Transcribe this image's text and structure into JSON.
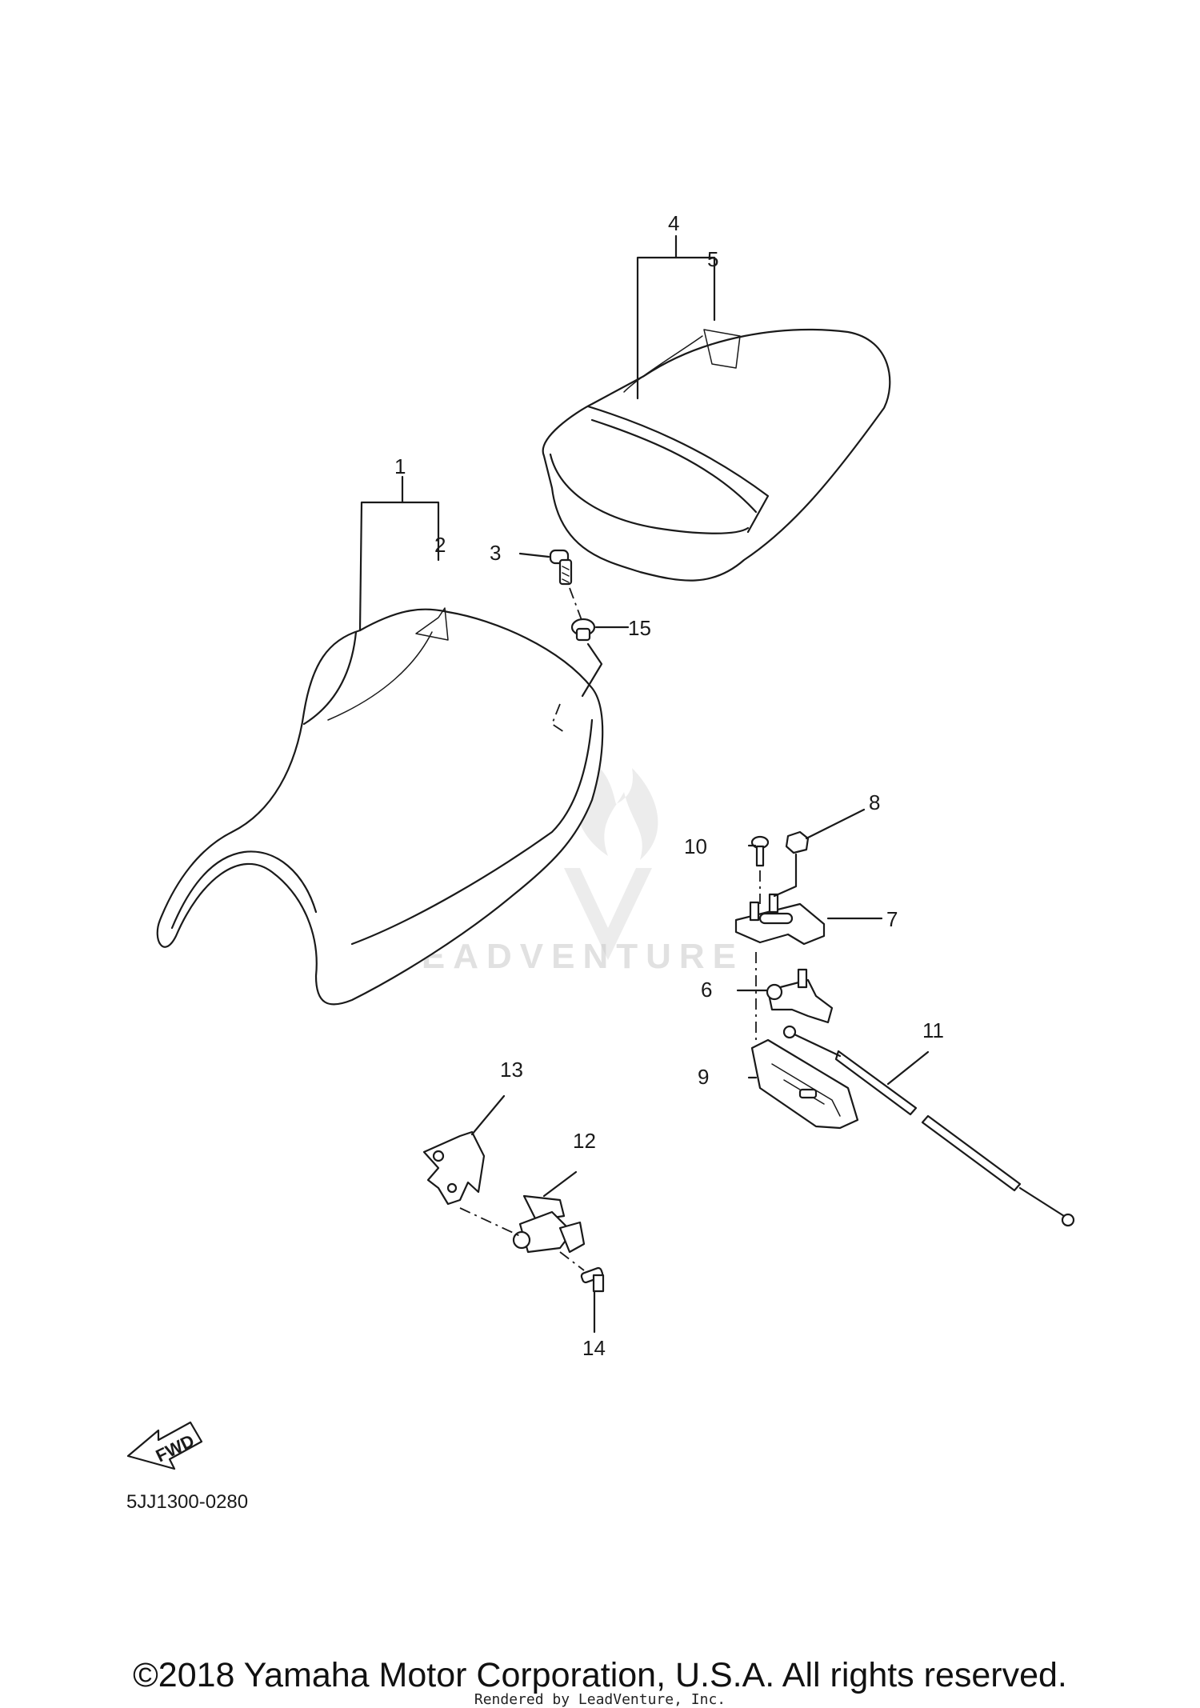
{
  "diagram": {
    "callouts": [
      "1",
      "2",
      "3",
      "4",
      "5",
      "6",
      "7",
      "8",
      "9",
      "10",
      "11",
      "12",
      "13",
      "14",
      "15"
    ],
    "watermark": "LEADVENTURE",
    "fwd_label": "FWD"
  },
  "footer": {
    "diagram_code": "5JJ1300-0280",
    "copyright": "©2018 Yamaha Motor Corporation, U.S.A. All rights reserved.",
    "rendered_by": "Rendered by LeadVenture, Inc."
  }
}
